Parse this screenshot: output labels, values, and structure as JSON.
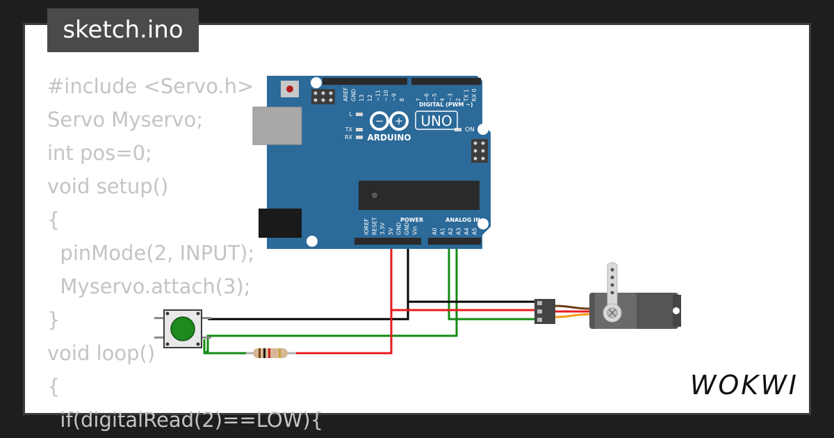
{
  "tab_title": "sketch.ino",
  "code_lines": [
    "#include <Servo.h>",
    "Servo Myservo;",
    "int pos=0;",
    "void setup()",
    "{",
    "  pinMode(2, INPUT);",
    "  Myservo.attach(3);",
    "}",
    "void loop()",
    "{",
    "  if(digitalRead(2)==LOW){"
  ],
  "board": {
    "logo": "ARDUINO",
    "model": "UNO",
    "on_label": "ON",
    "l_label": "L",
    "tx_label": "TX",
    "rx_label": "RX",
    "digital_label": "DIGITAL (PWM ~)",
    "power_label": "POWER",
    "analog_label": "ANALOG IN",
    "top_pins": [
      "AREF",
      "GND",
      "13",
      "12",
      "~11",
      "~10",
      "~9",
      "8",
      "7",
      "~6",
      "~5",
      "4",
      "~3",
      "2",
      "TX 1",
      "RX 0"
    ],
    "power_pins": [
      "IOREF",
      "RESET",
      "3.3V",
      "5V",
      "GND",
      "GND",
      "Vin"
    ],
    "analog_pins": [
      "A0",
      "A1",
      "A2",
      "A3",
      "A4",
      "A5"
    ]
  },
  "brand": "WOKWI",
  "colors": {
    "board": "#2b6a99",
    "wire_red": "#e8191c",
    "wire_black": "#000000",
    "wire_green": "#138a13",
    "button": "#1e8a1e"
  }
}
